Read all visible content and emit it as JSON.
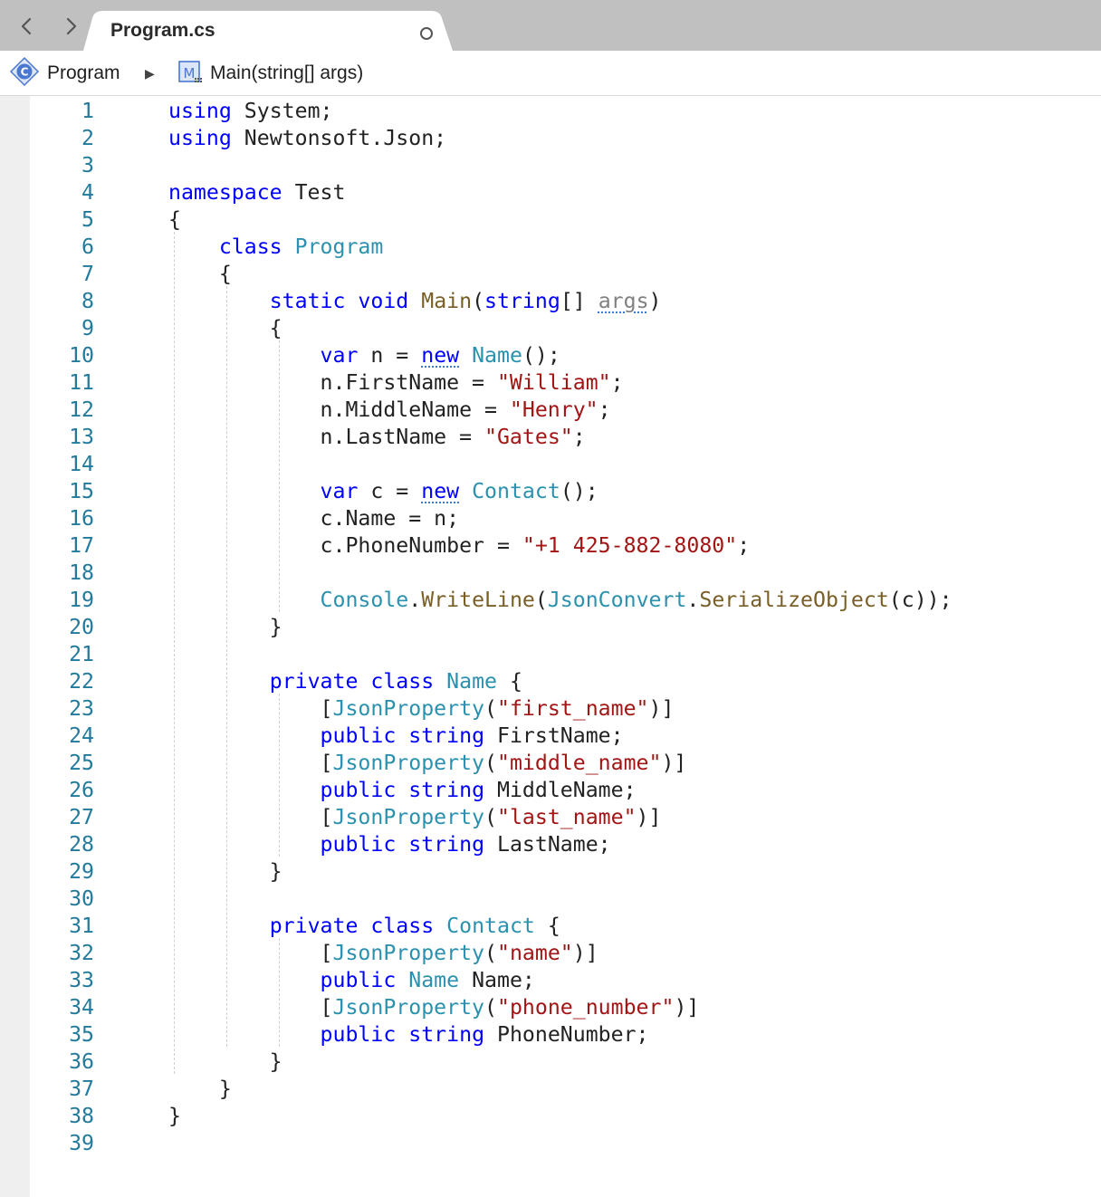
{
  "tab": {
    "title": "Program.cs",
    "back_icon": "chevron-left-icon",
    "forward_icon": "chevron-right-icon",
    "modified_indicator": "circle-icon"
  },
  "breadcrumb": {
    "class_label": "Program",
    "method_label": "Main(string[] args)",
    "class_icon": "class-icon",
    "method_icon": "method-icon",
    "separator": "▶"
  },
  "colors": {
    "keyword": "#0000ff",
    "type": "#2b91af",
    "string": "#a31515",
    "method": "#795e26",
    "plain": "#222222",
    "line_number": "#227a9c"
  },
  "editor": {
    "lines": [
      {
        "n": "1",
        "tokens": [
          {
            "t": "using",
            "c": "kw"
          },
          {
            "t": " System;",
            "c": "pl"
          }
        ]
      },
      {
        "n": "2",
        "tokens": [
          {
            "t": "using",
            "c": "kw"
          },
          {
            "t": " Newtonsoft.Json;",
            "c": "pl"
          }
        ]
      },
      {
        "n": "3",
        "tokens": []
      },
      {
        "n": "4",
        "tokens": [
          {
            "t": "namespace",
            "c": "kw"
          },
          {
            "t": " Test",
            "c": "pl"
          }
        ]
      },
      {
        "n": "5",
        "tokens": [
          {
            "t": "{",
            "c": "pl"
          }
        ]
      },
      {
        "n": "6",
        "tokens": [
          {
            "t": "    ",
            "c": "pl"
          },
          {
            "t": "class",
            "c": "kw"
          },
          {
            "t": " ",
            "c": "pl"
          },
          {
            "t": "Program",
            "c": "ty"
          }
        ]
      },
      {
        "n": "7",
        "tokens": [
          {
            "t": "    {",
            "c": "pl"
          }
        ]
      },
      {
        "n": "8",
        "tokens": [
          {
            "t": "        ",
            "c": "pl"
          },
          {
            "t": "static",
            "c": "kw"
          },
          {
            "t": " ",
            "c": "pl"
          },
          {
            "t": "void",
            "c": "kw"
          },
          {
            "t": " ",
            "c": "pl"
          },
          {
            "t": "Main",
            "c": "fn"
          },
          {
            "t": "(",
            "c": "pl"
          },
          {
            "t": "string",
            "c": "kw"
          },
          {
            "t": "[] ",
            "c": "pl"
          },
          {
            "t": "args",
            "c": "pa sq"
          },
          {
            "t": ")",
            "c": "pl"
          }
        ]
      },
      {
        "n": "9",
        "tokens": [
          {
            "t": "        {",
            "c": "pl"
          }
        ]
      },
      {
        "n": "10",
        "tokens": [
          {
            "t": "            ",
            "c": "pl"
          },
          {
            "t": "var",
            "c": "kw"
          },
          {
            "t": " n = ",
            "c": "pl"
          },
          {
            "t": "new",
            "c": "kw sq"
          },
          {
            "t": " ",
            "c": "pl"
          },
          {
            "t": "Name",
            "c": "ty"
          },
          {
            "t": "();",
            "c": "pl"
          }
        ]
      },
      {
        "n": "11",
        "tokens": [
          {
            "t": "            n.FirstName = ",
            "c": "pl"
          },
          {
            "t": "\"William\"",
            "c": "st"
          },
          {
            "t": ";",
            "c": "pl"
          }
        ]
      },
      {
        "n": "12",
        "tokens": [
          {
            "t": "            n.MiddleName = ",
            "c": "pl"
          },
          {
            "t": "\"Henry\"",
            "c": "st"
          },
          {
            "t": ";",
            "c": "pl"
          }
        ]
      },
      {
        "n": "13",
        "tokens": [
          {
            "t": "            n.LastName = ",
            "c": "pl"
          },
          {
            "t": "\"Gates\"",
            "c": "st"
          },
          {
            "t": ";",
            "c": "pl"
          }
        ]
      },
      {
        "n": "14",
        "tokens": []
      },
      {
        "n": "15",
        "tokens": [
          {
            "t": "            ",
            "c": "pl"
          },
          {
            "t": "var",
            "c": "kw"
          },
          {
            "t": " c = ",
            "c": "pl"
          },
          {
            "t": "new",
            "c": "kw sq"
          },
          {
            "t": " ",
            "c": "pl"
          },
          {
            "t": "Contact",
            "c": "ty"
          },
          {
            "t": "();",
            "c": "pl"
          }
        ]
      },
      {
        "n": "16",
        "tokens": [
          {
            "t": "            c.Name = n;",
            "c": "pl"
          }
        ]
      },
      {
        "n": "17",
        "tokens": [
          {
            "t": "            c.PhoneNumber = ",
            "c": "pl"
          },
          {
            "t": "\"+1 425-882-8080\"",
            "c": "st"
          },
          {
            "t": ";",
            "c": "pl"
          }
        ]
      },
      {
        "n": "18",
        "tokens": []
      },
      {
        "n": "19",
        "tokens": [
          {
            "t": "            ",
            "c": "pl"
          },
          {
            "t": "Console",
            "c": "ty"
          },
          {
            "t": ".",
            "c": "pl"
          },
          {
            "t": "WriteLine",
            "c": "fn"
          },
          {
            "t": "(",
            "c": "pl"
          },
          {
            "t": "JsonConvert",
            "c": "ty"
          },
          {
            "t": ".",
            "c": "pl"
          },
          {
            "t": "SerializeObject",
            "c": "fn"
          },
          {
            "t": "(c));",
            "c": "pl"
          }
        ]
      },
      {
        "n": "20",
        "tokens": [
          {
            "t": "        }",
            "c": "pl"
          }
        ]
      },
      {
        "n": "21",
        "tokens": []
      },
      {
        "n": "22",
        "tokens": [
          {
            "t": "        ",
            "c": "pl"
          },
          {
            "t": "private",
            "c": "kw"
          },
          {
            "t": " ",
            "c": "pl"
          },
          {
            "t": "class",
            "c": "kw"
          },
          {
            "t": " ",
            "c": "pl"
          },
          {
            "t": "Name",
            "c": "ty"
          },
          {
            "t": " {",
            "c": "pl"
          }
        ]
      },
      {
        "n": "23",
        "tokens": [
          {
            "t": "            [",
            "c": "pl"
          },
          {
            "t": "JsonProperty",
            "c": "ty"
          },
          {
            "t": "(",
            "c": "pl"
          },
          {
            "t": "\"first_name\"",
            "c": "st"
          },
          {
            "t": ")]",
            "c": "pl"
          }
        ]
      },
      {
        "n": "24",
        "tokens": [
          {
            "t": "            ",
            "c": "pl"
          },
          {
            "t": "public",
            "c": "kw"
          },
          {
            "t": " ",
            "c": "pl"
          },
          {
            "t": "string",
            "c": "kw"
          },
          {
            "t": " FirstName;",
            "c": "pl"
          }
        ]
      },
      {
        "n": "25",
        "tokens": [
          {
            "t": "            [",
            "c": "pl"
          },
          {
            "t": "JsonProperty",
            "c": "ty"
          },
          {
            "t": "(",
            "c": "pl"
          },
          {
            "t": "\"middle_name\"",
            "c": "st"
          },
          {
            "t": ")]",
            "c": "pl"
          }
        ]
      },
      {
        "n": "26",
        "tokens": [
          {
            "t": "            ",
            "c": "pl"
          },
          {
            "t": "public",
            "c": "kw"
          },
          {
            "t": " ",
            "c": "pl"
          },
          {
            "t": "string",
            "c": "kw"
          },
          {
            "t": " MiddleName;",
            "c": "pl"
          }
        ]
      },
      {
        "n": "27",
        "tokens": [
          {
            "t": "            [",
            "c": "pl"
          },
          {
            "t": "JsonProperty",
            "c": "ty"
          },
          {
            "t": "(",
            "c": "pl"
          },
          {
            "t": "\"last_name\"",
            "c": "st"
          },
          {
            "t": ")]",
            "c": "pl"
          }
        ]
      },
      {
        "n": "28",
        "tokens": [
          {
            "t": "            ",
            "c": "pl"
          },
          {
            "t": "public",
            "c": "kw"
          },
          {
            "t": " ",
            "c": "pl"
          },
          {
            "t": "string",
            "c": "kw"
          },
          {
            "t": " LastName;",
            "c": "pl"
          }
        ]
      },
      {
        "n": "29",
        "tokens": [
          {
            "t": "        }",
            "c": "pl"
          }
        ]
      },
      {
        "n": "30",
        "tokens": []
      },
      {
        "n": "31",
        "tokens": [
          {
            "t": "        ",
            "c": "pl"
          },
          {
            "t": "private",
            "c": "kw"
          },
          {
            "t": " ",
            "c": "pl"
          },
          {
            "t": "class",
            "c": "kw"
          },
          {
            "t": " ",
            "c": "pl"
          },
          {
            "t": "Contact",
            "c": "ty"
          },
          {
            "t": " {",
            "c": "pl"
          }
        ]
      },
      {
        "n": "32",
        "tokens": [
          {
            "t": "            [",
            "c": "pl"
          },
          {
            "t": "JsonProperty",
            "c": "ty"
          },
          {
            "t": "(",
            "c": "pl"
          },
          {
            "t": "\"name\"",
            "c": "st"
          },
          {
            "t": ")]",
            "c": "pl"
          }
        ]
      },
      {
        "n": "33",
        "tokens": [
          {
            "t": "            ",
            "c": "pl"
          },
          {
            "t": "public",
            "c": "kw"
          },
          {
            "t": " ",
            "c": "pl"
          },
          {
            "t": "Name",
            "c": "ty"
          },
          {
            "t": " Name;",
            "c": "pl"
          }
        ]
      },
      {
        "n": "34",
        "tokens": [
          {
            "t": "            [",
            "c": "pl"
          },
          {
            "t": "JsonProperty",
            "c": "ty"
          },
          {
            "t": "(",
            "c": "pl"
          },
          {
            "t": "\"phone_number\"",
            "c": "st"
          },
          {
            "t": ")]",
            "c": "pl"
          }
        ]
      },
      {
        "n": "35",
        "tokens": [
          {
            "t": "            ",
            "c": "pl"
          },
          {
            "t": "public",
            "c": "kw"
          },
          {
            "t": " ",
            "c": "pl"
          },
          {
            "t": "string",
            "c": "kw"
          },
          {
            "t": " PhoneNumber;",
            "c": "pl"
          }
        ]
      },
      {
        "n": "36",
        "tokens": [
          {
            "t": "        }",
            "c": "pl"
          }
        ]
      },
      {
        "n": "37",
        "tokens": [
          {
            "t": "    }",
            "c": "pl"
          }
        ]
      },
      {
        "n": "38",
        "tokens": [
          {
            "t": "}",
            "c": "pl"
          }
        ]
      },
      {
        "n": "39",
        "tokens": []
      }
    ]
  }
}
